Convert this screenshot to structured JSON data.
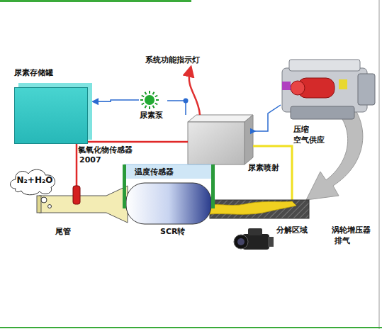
{
  "diagram": {
    "nodes": [
      {
        "text": [
          "尿素存储罐"
        ]
      },
      {
        "text": [
          "尿素泵"
        ]
      },
      {
        "text": [
          "N₂+H₂O"
        ]
      }
    ],
    "edges": [
      {
        "from": 1,
        "to": 0,
        "arrow": "to"
      }
    ],
    "labels": [
      "系统功能指示灯",
      "氯氧化物传感器",
      "2007",
      "温度传感器",
      "尿素喷射",
      "压缩",
      "空气供应",
      "尾管",
      "SCR转",
      "分解区域",
      "涡轮增压器",
      "排气"
    ]
  }
}
